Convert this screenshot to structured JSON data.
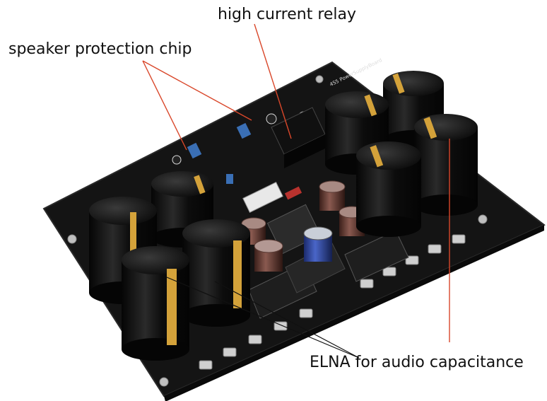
{
  "photo": {
    "subject": "amplifier power supply board",
    "board_color": "#141414",
    "capacitor_color": "#0f0f0f",
    "sleeve_accent": "#d4a23a",
    "pointer_color": "#d9472a",
    "board_silkscreen": "4S5 PowerSupplyBoard"
  },
  "callouts": {
    "relay": "high current relay",
    "chip": "speaker protection chip",
    "capacitor": "ELNA for audio capacitance"
  }
}
